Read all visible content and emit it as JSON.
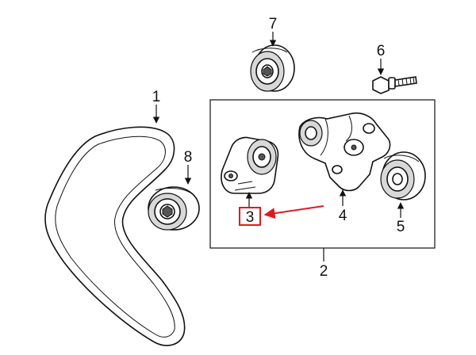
{
  "diagram": {
    "callouts": {
      "c1": "1",
      "c2": "2",
      "c3": "3",
      "c4": "4",
      "c5": "5",
      "c6": "6",
      "c7": "7",
      "c8": "8"
    },
    "colors": {
      "line": "#111111",
      "highlight": "#e0191f",
      "shade": "#d8d8d8",
      "background": "#ffffff"
    }
  }
}
